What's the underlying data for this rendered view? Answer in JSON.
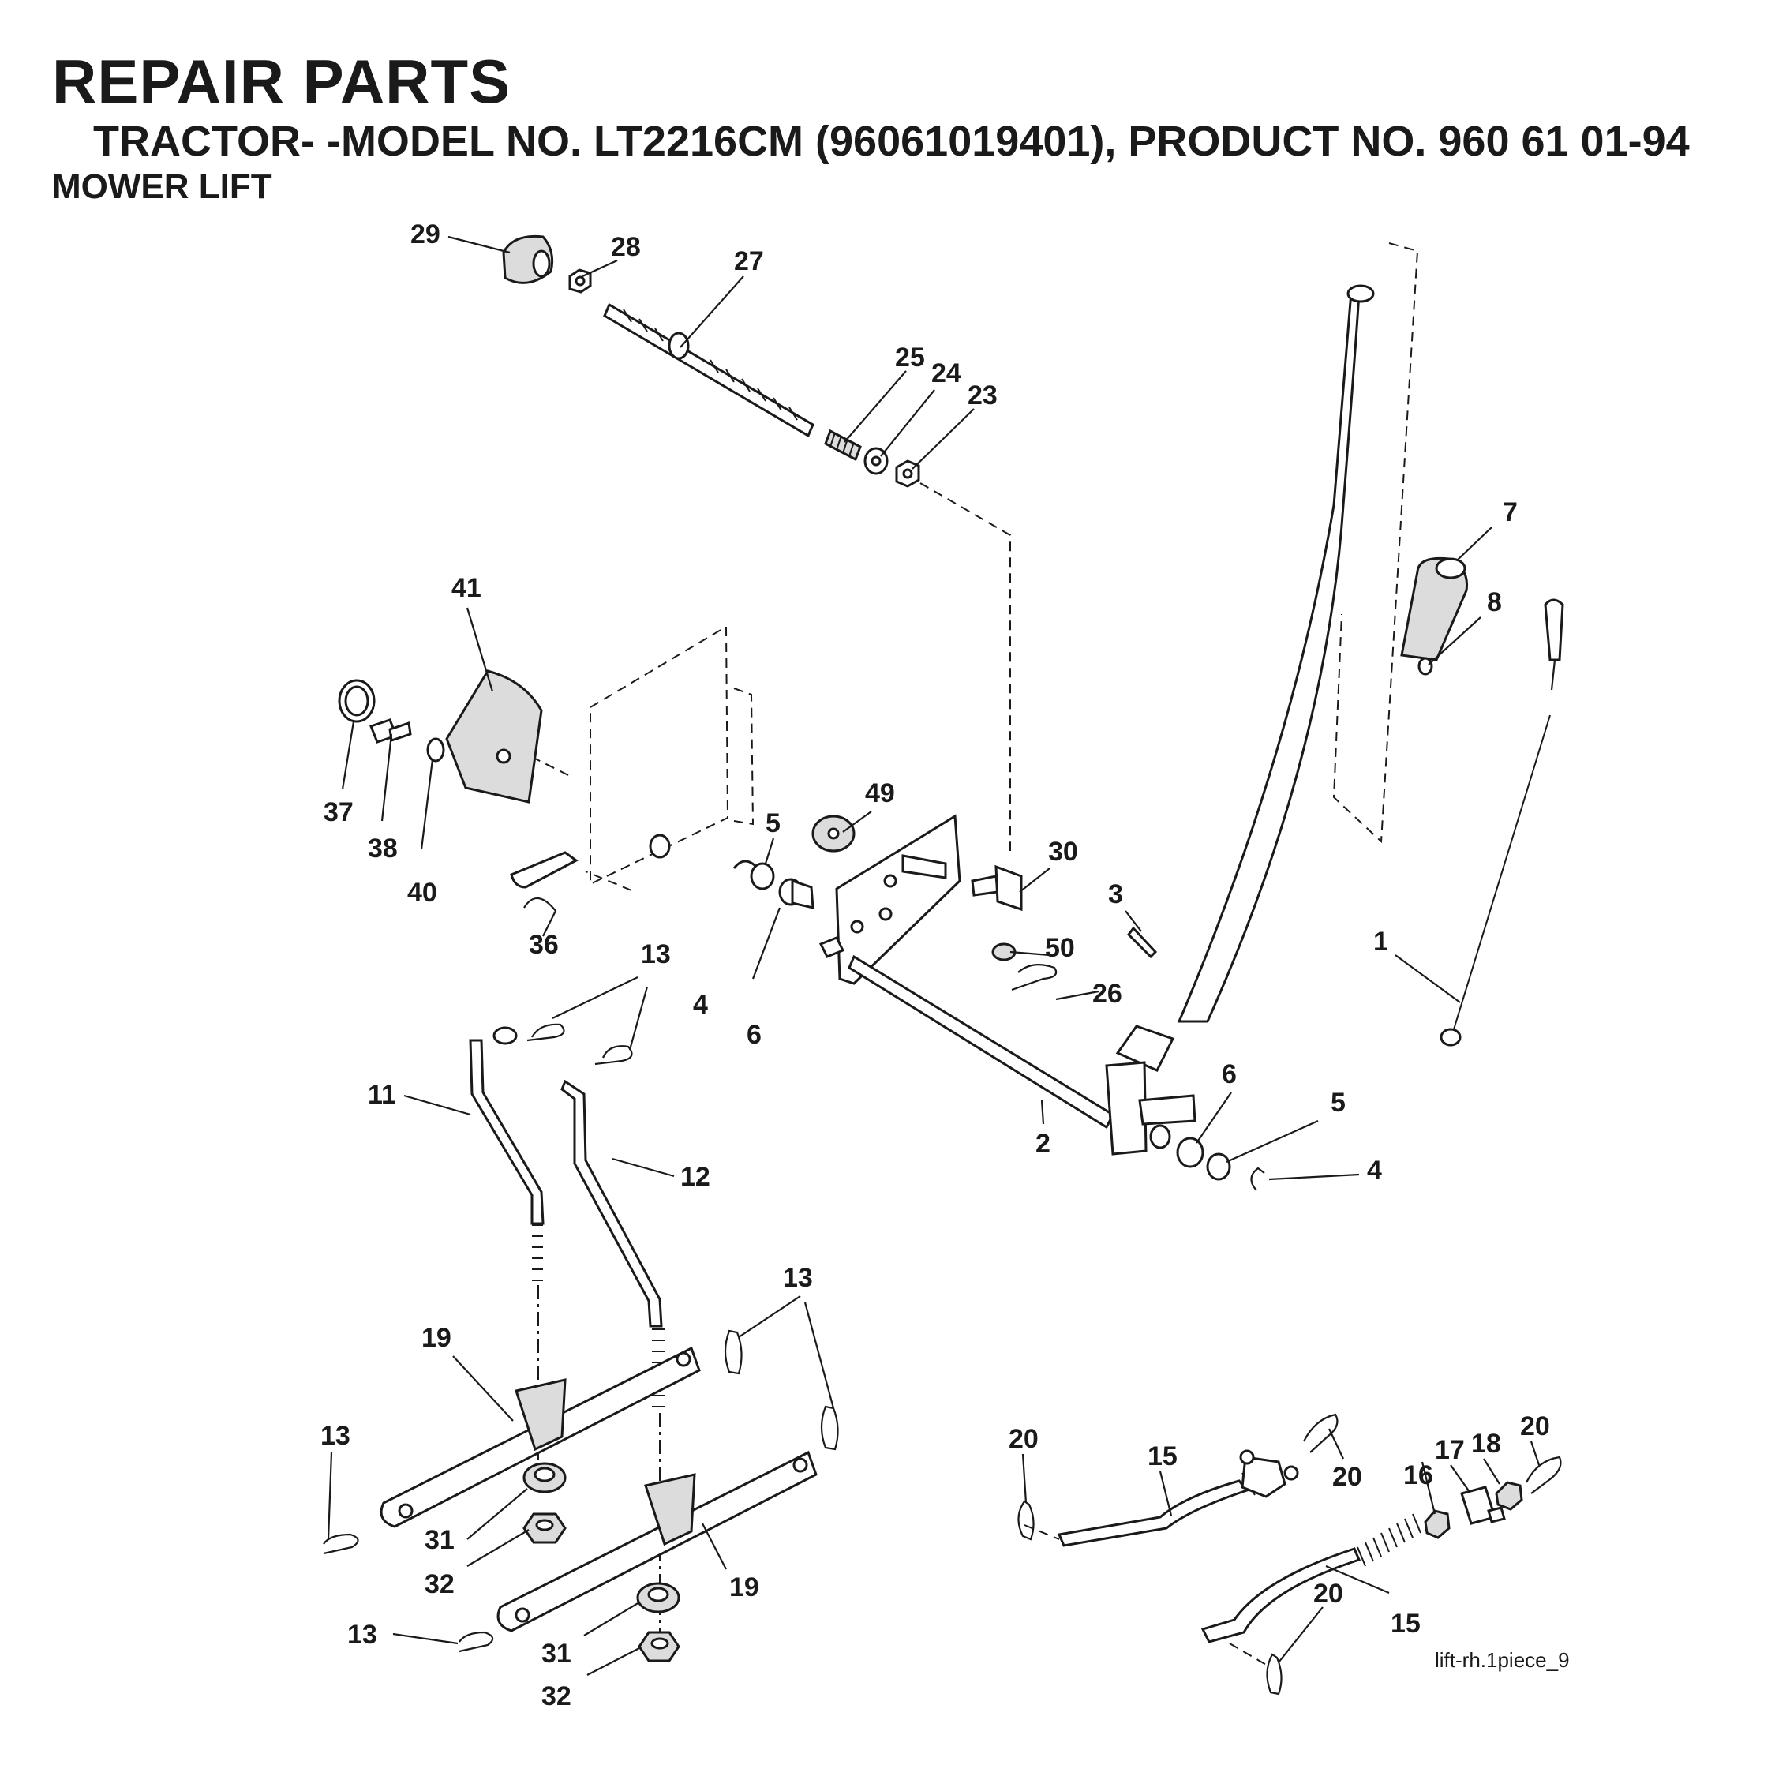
{
  "header": {
    "title": "REPAIR PARTS",
    "subtitle": "TRACTOR- -MODEL NO. LT2216CM (96061019401), PRODUCT NO. 960 61 01-94",
    "section": "MOWER LIFT"
  },
  "credit": "lift-rh.1piece_9",
  "callouts": [
    "29",
    "28",
    "27",
    "25",
    "24",
    "23",
    "7",
    "8",
    "41",
    "37",
    "38",
    "40",
    "49",
    "5",
    "30",
    "3",
    "1",
    "36",
    "4",
    "6",
    "50",
    "26",
    "13",
    "11",
    "12",
    "2",
    "6",
    "5",
    "4",
    "13",
    "19",
    "13",
    "31",
    "32",
    "19",
    "31",
    "32",
    "13",
    "20",
    "15",
    "20",
    "17",
    "18",
    "20",
    "16",
    "20",
    "15"
  ]
}
